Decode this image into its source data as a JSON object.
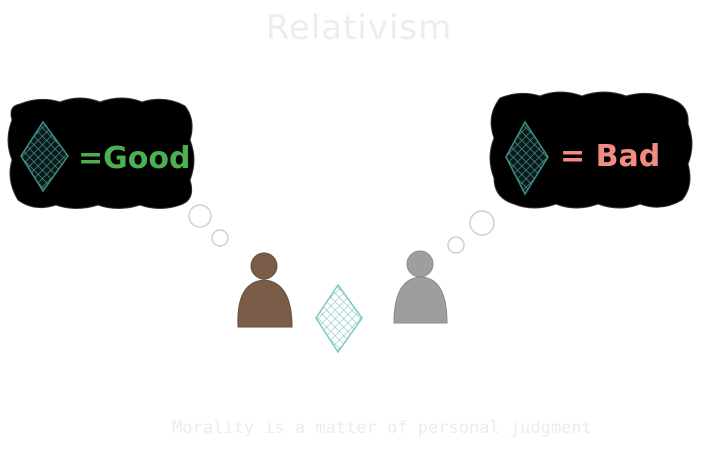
{
  "title": "Relativism",
  "left_bubble": {
    "label": "=Good",
    "label_color": "#4caf50"
  },
  "right_bubble": {
    "label": "= Bad",
    "label_color": "#f28b82"
  },
  "caption": "Morality is a matter of personal judgment",
  "colors": {
    "bubble": "#000000",
    "diamond_dark": "#1e4a47",
    "diamond_light": "#7fc8c4",
    "person_left": "#7a5c48",
    "person_right": "#9e9e9e"
  }
}
